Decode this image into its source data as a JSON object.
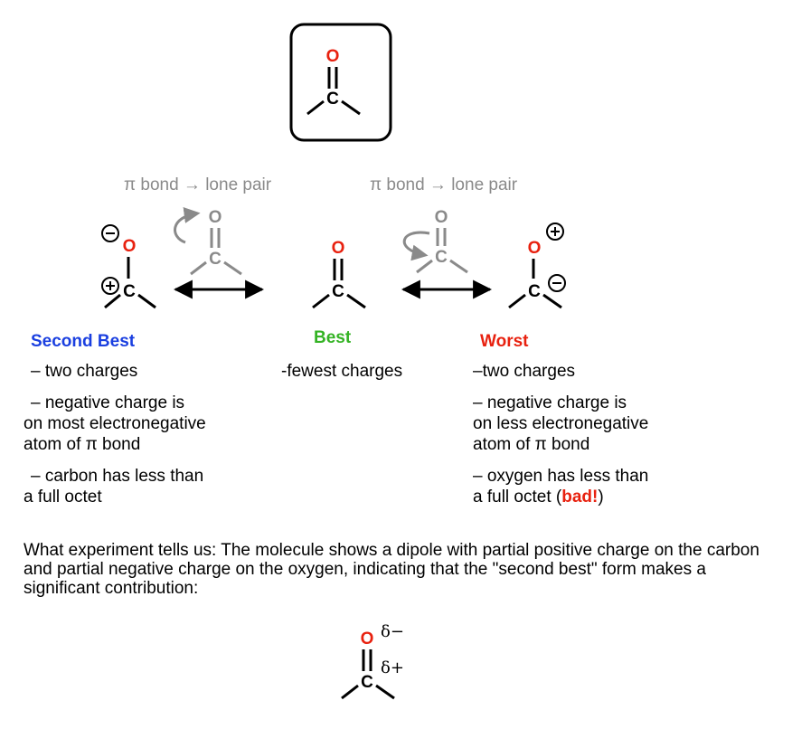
{
  "colors": {
    "oxygen": "#e8210f",
    "best": "#34b324",
    "second_best": "#1a3fe0",
    "worst": "#e8210f",
    "gray": "#8a8a8a",
    "black": "#000000"
  },
  "atoms": {
    "oxygen": "O",
    "carbon": "C"
  },
  "charges": {
    "minus": "−",
    "plus": "+"
  },
  "partial": {
    "delta_minus": "δ−",
    "delta_plus": "δ+"
  },
  "arrow_labels": {
    "left": "π bond → lone pair",
    "right": "π bond  →  lone pair"
  },
  "labels": {
    "second_best": "Second Best",
    "best": "Best",
    "worst": "Worst"
  },
  "second_best": {
    "line1": "– two charges",
    "line2": "– negative charge is",
    "line3": "on most electronegative",
    "line4": "atom of π bond",
    "line5": "– carbon has less than",
    "line6": "a full octet"
  },
  "best": {
    "line1": "-fewest charges"
  },
  "worst": {
    "line1": "–two charges",
    "line2": "– negative charge is",
    "line3": "on less electronegative",
    "line4": "atom of π bond",
    "line5": "– oxygen has less than",
    "line6_pre": "a full octet (",
    "line6_bad": "bad!",
    "line6_post": ")"
  },
  "experiment": "What experiment tells us: The molecule shows a dipole with partial positive charge on the carbon and partial negative charge on the oxygen, indicating that the \"second best\" form makes a significant contribution:"
}
